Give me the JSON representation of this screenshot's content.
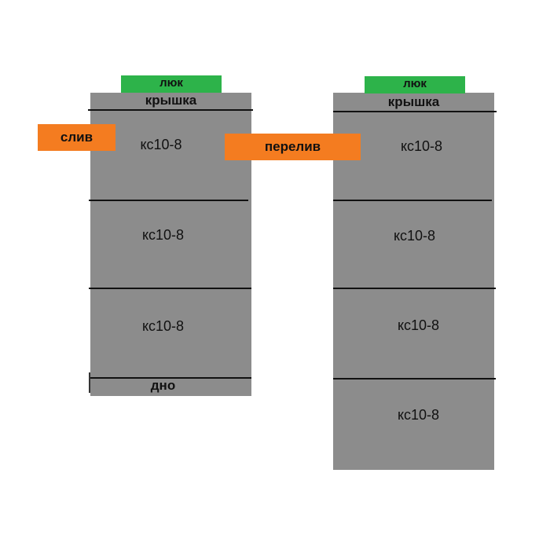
{
  "colors": {
    "ring": "#8c8c8c",
    "hatch": "#2db34a",
    "pipe": "#f47c20",
    "line": "#111111"
  },
  "left_well": {
    "hatch_label": "люк",
    "cover_label": "крышка",
    "rings": [
      "кс10-8",
      "кс10-8",
      "кс10-8"
    ],
    "bottom_label": "дно",
    "pipe_label": "слив"
  },
  "right_well": {
    "hatch_label": "люк",
    "cover_label": "крышка",
    "rings": [
      "кс10-8",
      "кс10-8",
      "кс10-8",
      "кс10-8"
    ],
    "pipe_label": "перелив"
  }
}
